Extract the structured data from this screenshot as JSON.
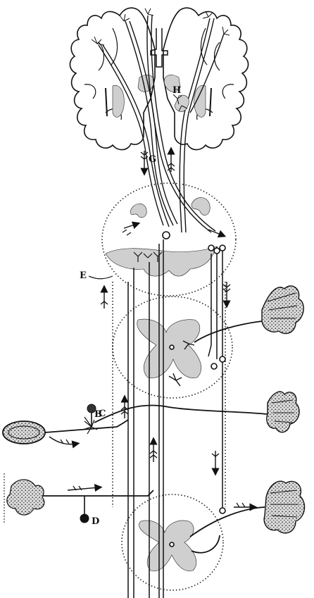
{
  "figure": {
    "labels": {
      "B": "B",
      "C": "C",
      "D": "D",
      "E": "E",
      "G": "G",
      "H": "H"
    }
  }
}
